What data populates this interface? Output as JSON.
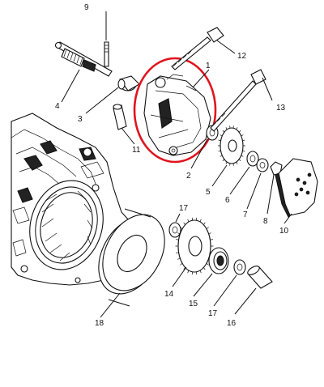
{
  "diagram": {
    "highlight_color": "#e0141e",
    "line_color": "#111111",
    "labels": {
      "p1": "1",
      "p2": "2",
      "p3": "3",
      "p4": "4",
      "p5": "5",
      "p6": "6",
      "p7": "7",
      "p8": "8",
      "p9": "9",
      "p10": "10",
      "p11": "11",
      "p12": "12",
      "p13": "13",
      "p14": "14",
      "p15": "15",
      "p16": "16",
      "p17a": "17",
      "p17b": "17",
      "p18": "18"
    }
  }
}
